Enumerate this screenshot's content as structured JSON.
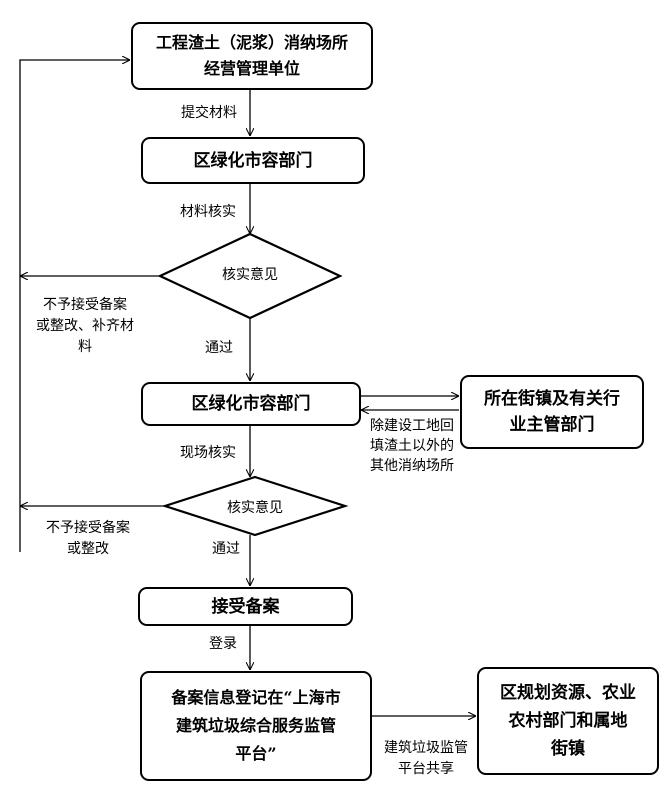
{
  "nodes": {
    "operator": "工程渣土（泥浆）消纳场所\n经营管理单位",
    "dept_review_1": "区绿化市容部门",
    "check_1": "核实意见",
    "dept_review_2": "区绿化市容部门",
    "street_dept": "所在街镇及有关行\n业主管部门",
    "check_2": "核实意见",
    "accept": "接受备案",
    "register": "备案信息登记在“上海市\n建筑垃圾综合服务监管\n平台”",
    "planning_dept": "区规划资源、农业\n农村部门和属地\n街镇"
  },
  "edges": {
    "submit_materials": "提交材料",
    "material_check": "材料核实",
    "reject_1": "不予接受备案\n或整改、补齐材\n料",
    "pass_1": "通过",
    "site_check": "现场核实",
    "other_sites_note": "除建设工地回\n填渣土以外的\n其他消纳场所",
    "reject_2": "不予接受备案\n或整改",
    "pass_2": "通过",
    "login": "登录",
    "platform_share": "建筑垃圾监管\n平台共享"
  }
}
